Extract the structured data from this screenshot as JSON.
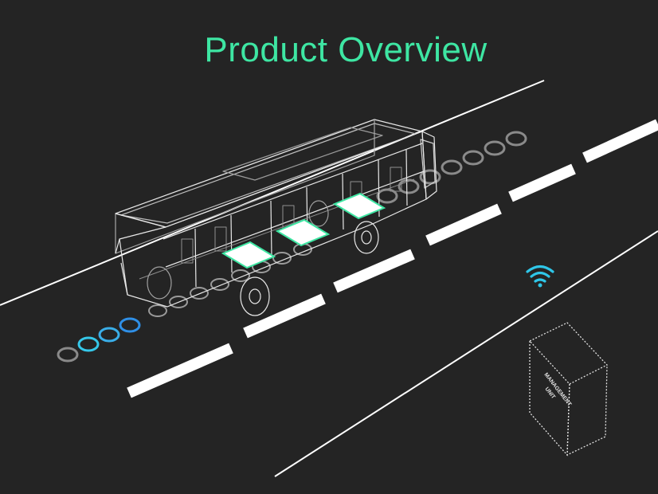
{
  "title": "Product Overview",
  "management_unit": {
    "line1": "MANAGEMENT",
    "line2": "UNIT"
  },
  "colors": {
    "background": "#242424",
    "accent": "#3ee6a3",
    "coil_active_blue": "#2f8fe6",
    "coil_active_cyan": "#35c8ea",
    "coil_inactive": "#8a8a8a",
    "lines": "#ffffff",
    "wifi": "#2fc6e8"
  },
  "icons": [
    "wifi-icon"
  ]
}
